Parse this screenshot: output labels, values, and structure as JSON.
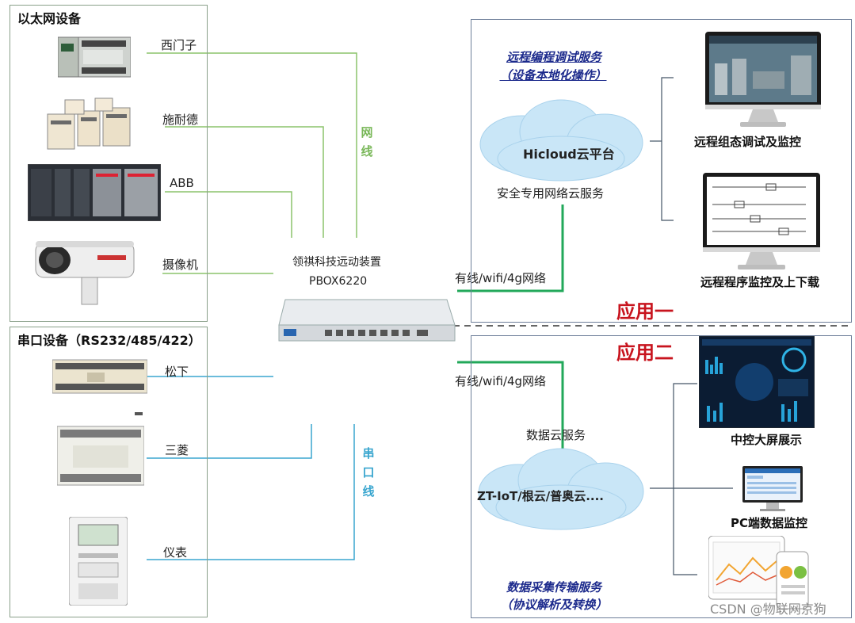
{
  "ethernet": {
    "title": "以太网设备",
    "devices": [
      {
        "label": "西门子"
      },
      {
        "label": "施耐德"
      },
      {
        "label": "ABB"
      },
      {
        "label": "摄像机"
      }
    ],
    "cable_label": [
      "网",
      "线"
    ]
  },
  "serial": {
    "title": "串口设备（RS232/485/422）",
    "devices": [
      {
        "label": "松下"
      },
      {
        "label": "三菱"
      },
      {
        "label": "仪表"
      }
    ],
    "cable_label": [
      "串",
      "口",
      "线"
    ]
  },
  "center": {
    "name": "领祺科技远动装置",
    "model": "PBOX6220"
  },
  "uplink_label": "有线/wifi/4g网络",
  "app1": {
    "service_line1": "远程编程调试服务",
    "service_line2": "（设备本地化操作）",
    "cloud_name": "Hicloud云平台",
    "cloud_sub": "安全专用网络云服务",
    "uplink": "有线/wifi/4g网络",
    "outputs": [
      "远程组态调试及监控",
      "远程程序监控及上下载"
    ],
    "badge": "应用一"
  },
  "app2": {
    "badge": "应用二",
    "uplink": "有线/wifi/4g网络",
    "cloud_sub": "数据云服务",
    "cloud_name": "ZT-IoT/根云/普奥云....",
    "outputs": [
      "中控大屏展示",
      "PC端数据监控"
    ],
    "service_line1": "数据采集传输服务",
    "service_line2": "（协议解析及转换）"
  },
  "watermark": "CSDN @物联网京狗",
  "colors": {
    "ethernet_line": "#8cc36c",
    "serial_line": "#3aa6cf",
    "uplink_line": "#22a85a",
    "panel_border": "#6e7f9a",
    "accent_red": "#c8141e",
    "service_blue": "#1c2a8c",
    "cloud": "#c9e6f7"
  }
}
